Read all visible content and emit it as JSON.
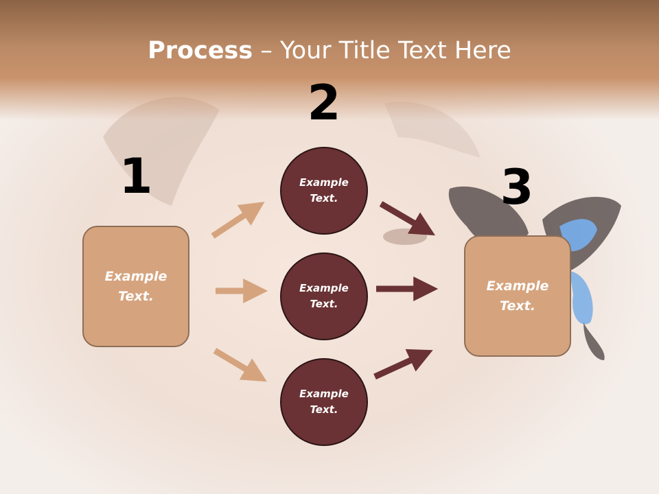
{
  "title": {
    "bold": "Process",
    "rest": " – Your Title Text Here"
  },
  "steps": [
    {
      "number": "1",
      "box_text": "Example\nText."
    },
    {
      "number": "2"
    },
    {
      "number": "3",
      "box_text": "Example\nText."
    }
  ],
  "circles": [
    {
      "text": "Example\nText."
    },
    {
      "text": "Example\nText."
    },
    {
      "text": "Example\nText."
    }
  ],
  "colors": {
    "title_band": "#bb8a66",
    "box_fill": "#d5a47e",
    "circle_fill": "#6a3234",
    "arrow_light": "#d5a47e",
    "arrow_dark": "#6a3234"
  }
}
